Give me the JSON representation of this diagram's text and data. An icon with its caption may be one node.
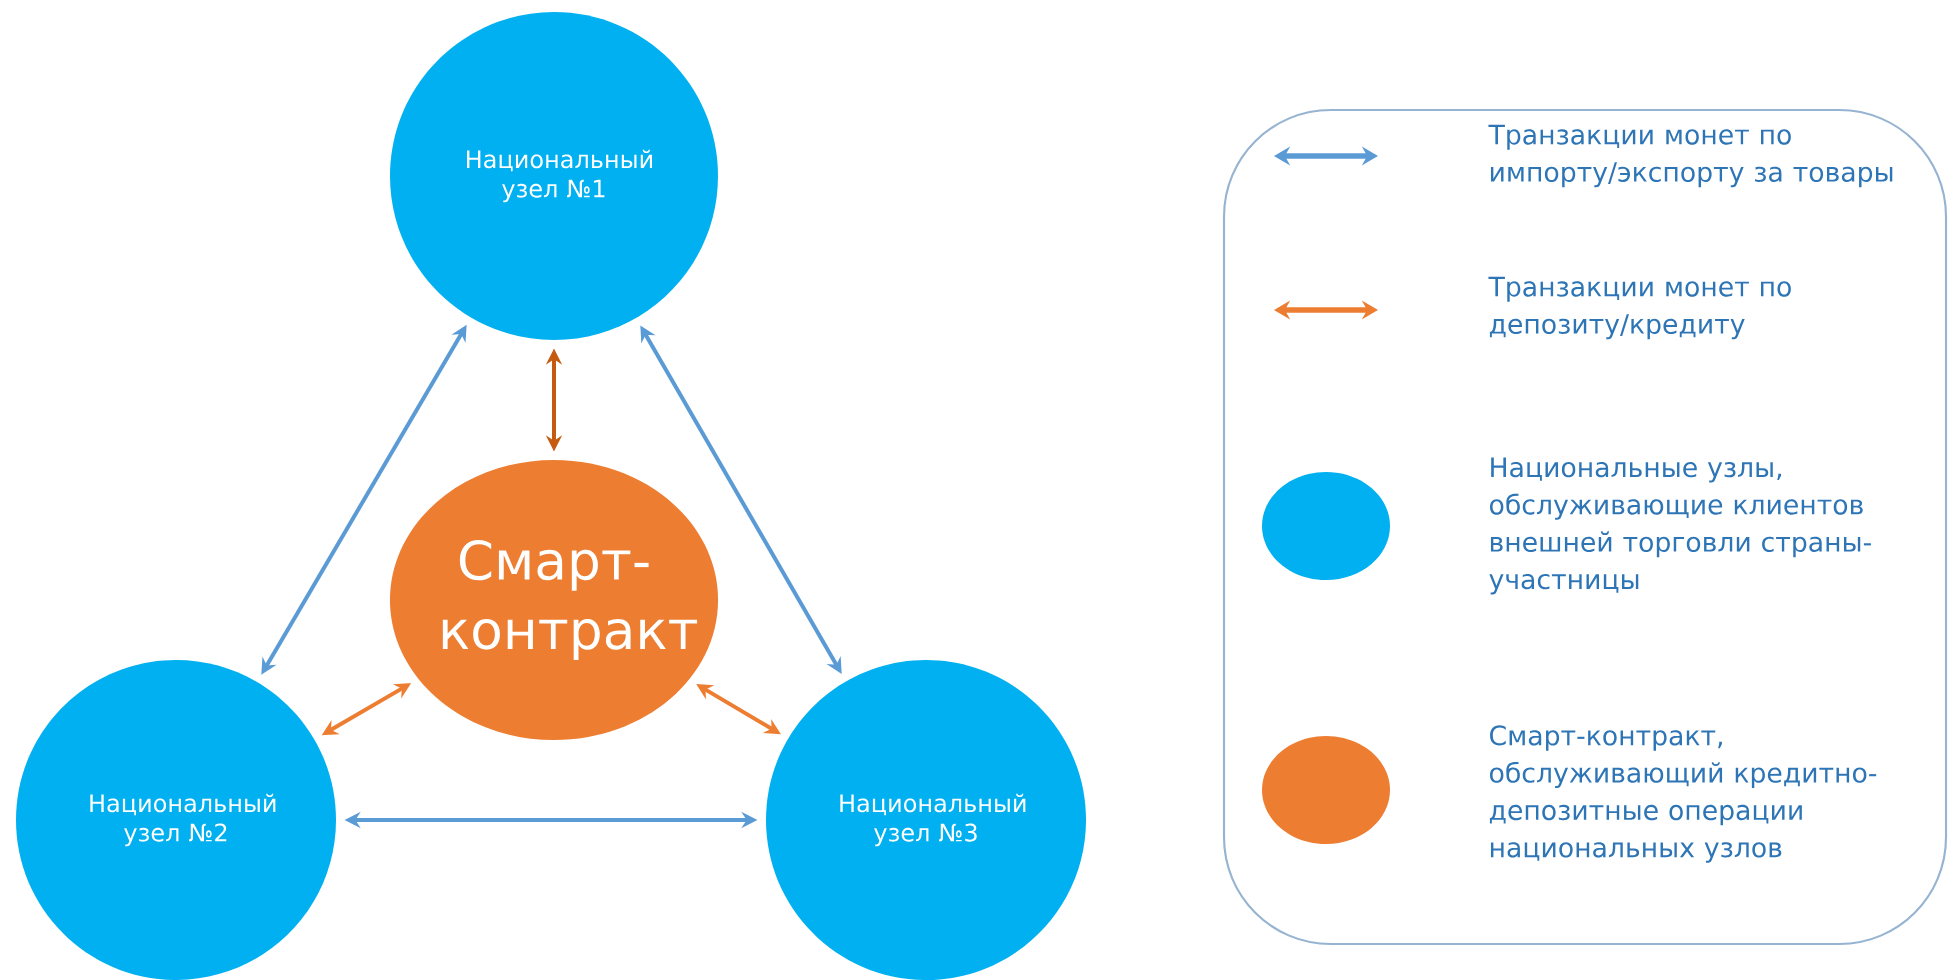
{
  "diagram": {
    "nodes": [
      {
        "text": [
          "Национальный узел №1"
        ]
      },
      {
        "text": [
          "Смарт-контракт"
        ]
      },
      {
        "text": [
          "Национальный узел №2"
        ]
      },
      {
        "text": [
          "Национальный узел №3"
        ]
      }
    ],
    "edges": [
      {
        "from": 0,
        "to": 2,
        "arrow": "both",
        "color": "#5b9bd5"
      },
      {
        "from": 0,
        "to": 3,
        "arrow": "both",
        "color": "#5b9bd5"
      },
      {
        "from": 2,
        "to": 3,
        "arrow": "both",
        "color": "#5b9bd5"
      },
      {
        "from": 1,
        "to": 0,
        "arrow": "both",
        "color": "#c55a11"
      },
      {
        "from": 1,
        "to": 2,
        "arrow": "both",
        "color": "#ed7d31"
      },
      {
        "from": 1,
        "to": 3,
        "arrow": "both",
        "color": "#ed7d31"
      }
    ],
    "legend": [
      {
        "text": "Транзакции монет по импорту/экспорту за товары"
      },
      {
        "text": "Транзакции монет по депозиту/кредиту"
      },
      {
        "text": "Национальные узлы, обслуживающие клиентов внешней торговли страны-участницы",
        "color": "#00b0f0"
      },
      {
        "text": "Смарт-контракт, обслуживающий кредитно-депозитные операции национальных узлов",
        "color": "#ed7d31"
      }
    ]
  }
}
